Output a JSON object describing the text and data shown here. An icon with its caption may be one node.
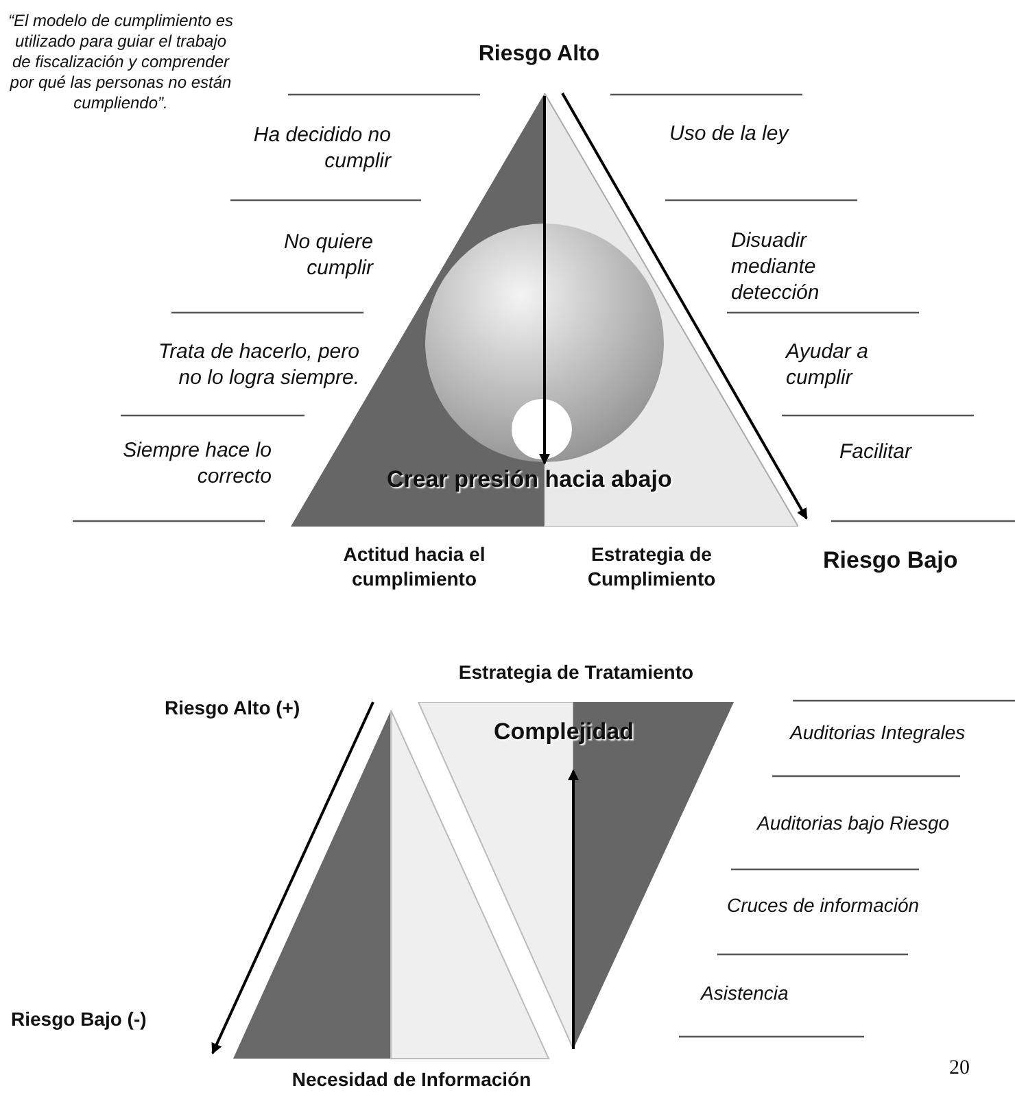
{
  "diagram": {
    "nodes": [
      {
        "text": [
          "Crear presión hacia abajo"
        ]
      },
      {
        "text": [
          "Complejidad"
        ]
      }
    ],
    "labels": [
      "“El modelo de cumplimiento es utilizado para guiar el trabajo de fiscalización y comprender por qué las personas no están cumpliendo”.",
      "Riesgo Alto",
      "Ha decidido no cumplir",
      "Uso de la ley",
      "No quiere cumplir",
      "Disuadir mediante detección",
      "Trata de hacerlo, pero no lo logra siempre.",
      "Ayudar a cumplir",
      "Siempre hace lo correcto",
      "Facilitar",
      "Actitud hacia el cumplimiento",
      "Estrategia de Cumplimiento",
      "Riesgo Bajo",
      "Estrategia de Tratamiento",
      "Riesgo Alto (+)",
      "Auditorias Integrales",
      "Auditorias bajo Riesgo",
      "Cruces de información",
      "Riesgo Bajo (-)",
      "Asistencia",
      "Necesidad de Información",
      "20"
    ]
  }
}
